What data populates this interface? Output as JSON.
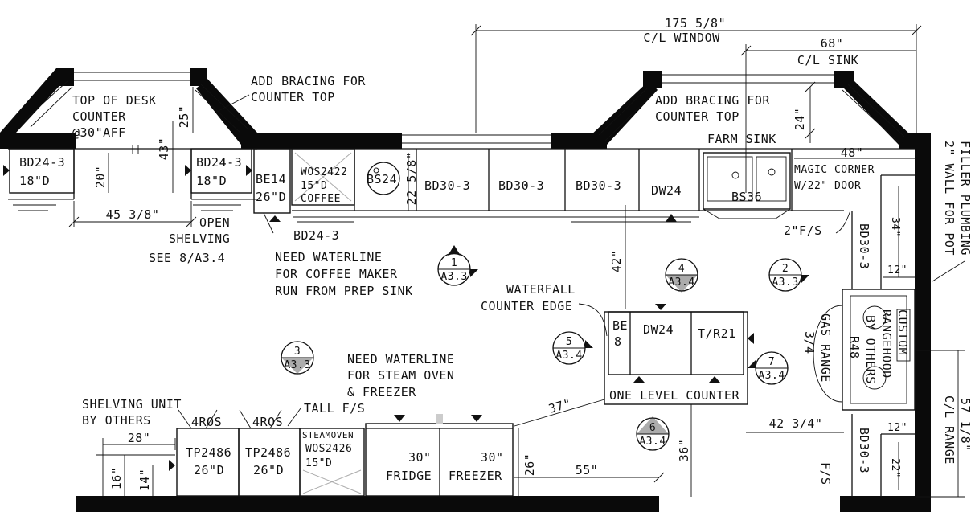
{
  "dimensions": {
    "window_width": "175 5/8\"",
    "sink_offset": "68\"",
    "wall_depth_24": "24\"",
    "corner_48": "48\"",
    "desk_height_25": "25\"",
    "desk_height_43": "43\"",
    "desk_20": "20\"",
    "desk_width": "45 3/8\"",
    "bs_22_5_8": "22 5/8\"",
    "aisle_42": "42\"",
    "side_34": "34\"",
    "side_12_top": "12\"",
    "island_37": "37\"",
    "island_36": "36\"",
    "range_42_3_4": "42 3/4\"",
    "side_12_bottom": "12\"",
    "side_22": "22\"",
    "range_57_1_8": "57 1/8\"",
    "shelf_28": "28\"",
    "shelf_16": "16\"",
    "shelf_14": "14\"",
    "fridge_26": "26\"",
    "fridge_55": "55\""
  },
  "labels": {
    "cl_window": "C/L WINDOW",
    "cl_sink": "C/L SINK",
    "cl_range": "C/L RANGE",
    "desk_line1": "TOP OF DESK",
    "desk_line2": "COUNTER",
    "desk_line3": "@30\"AFF",
    "bracing_left_1": "ADD BRACING FOR",
    "bracing_left_2": "COUNTER TOP",
    "bracing_right_1": "ADD BRACING FOR",
    "bracing_right_2": "COUNTER TOP",
    "farm_sink": "FARM SINK",
    "filler_1": "2\" WALL FOR POT",
    "filler_2": "FILLER PLUMBING",
    "magic_corner_1": "MAGIC CORNER",
    "magic_corner_2": "W/22\" DOOR",
    "open_shelving_1": "OPEN",
    "open_shelving_2": "SHELVING",
    "open_shelving_3": "SEE 8/A3.4",
    "waterline_coffee_1": "NEED WATERLINE",
    "waterline_coffee_2": "FOR COFFEE MAKER",
    "waterline_coffee_3": "RUN FROM PREP SINK",
    "waterfall_1": "WATERFALL",
    "waterfall_2": "COUNTER EDGE",
    "waterline_steam_1": "NEED WATERLINE",
    "waterline_steam_2": "FOR STEAM OVEN",
    "waterline_steam_3": "& FREEZER",
    "one_level": "ONE LEVEL COUNTER",
    "shelving_unit_1": "SHELVING UNIT",
    "shelving_unit_2": "BY OTHERS",
    "tall_fs": "TALL F/S",
    "fs_2": "2\"F/S",
    "fs_bottom": "F/S",
    "gas_range_1": "GAS RANGE",
    "gas_range_2": "3/4",
    "rangehood_1": "CUSTOM",
    "rangehood_2": "RANGEHOOD",
    "rangehood_3": "BY OTHERS",
    "r48": "R48"
  },
  "cabinets": {
    "bd24_left_1": "BD24-3",
    "bd24_left_2": "18\"D",
    "bd24_mid_1": "BD24-3",
    "bd24_mid_2": "18\"D",
    "be14_1": "BE14",
    "be14_2": "26\"D",
    "wos2422_1": "WOS2422",
    "wos2422_2": "15\"D",
    "wos2422_3": "COFFEE",
    "bs24": "BS24",
    "bd30_a": "BD30-3",
    "bd30_b": "BD30-3",
    "bd30_c": "BD30-3",
    "dw24_wall": "DW24",
    "bs36": "BS36",
    "bd24_below": "BD24-3",
    "bd30_right_top": "BD30-3",
    "bd30_right_bottom": "BD30-3",
    "island_be8_1": "BE",
    "island_be8_2": "8",
    "island_dw24": "DW24",
    "island_tr21": "T/R21",
    "tp2486_a_1": "TP2486",
    "tp2486_a_2": "26\"D",
    "tp2486_b_1": "TP2486",
    "tp2486_b_2": "26\"D",
    "ros_a": "4ROS",
    "ros_b": "4ROS",
    "steamoven_1": "STEAMOVEN",
    "steamoven_2": "WOS2426",
    "steamoven_3": "15\"D",
    "fridge_1": "30\"",
    "fridge_2": "FRIDGE",
    "freezer_1": "30\"",
    "freezer_2": "FREEZER"
  },
  "section_markers": [
    {
      "num": "1",
      "sheet": "A3.3"
    },
    {
      "num": "4",
      "sheet": "A3.4"
    },
    {
      "num": "2",
      "sheet": "A3.3"
    },
    {
      "num": "3",
      "sheet": "A3.3"
    },
    {
      "num": "5",
      "sheet": "A3.4"
    },
    {
      "num": "7",
      "sheet": "A3.4"
    },
    {
      "num": "6",
      "sheet": "A3.4"
    }
  ]
}
